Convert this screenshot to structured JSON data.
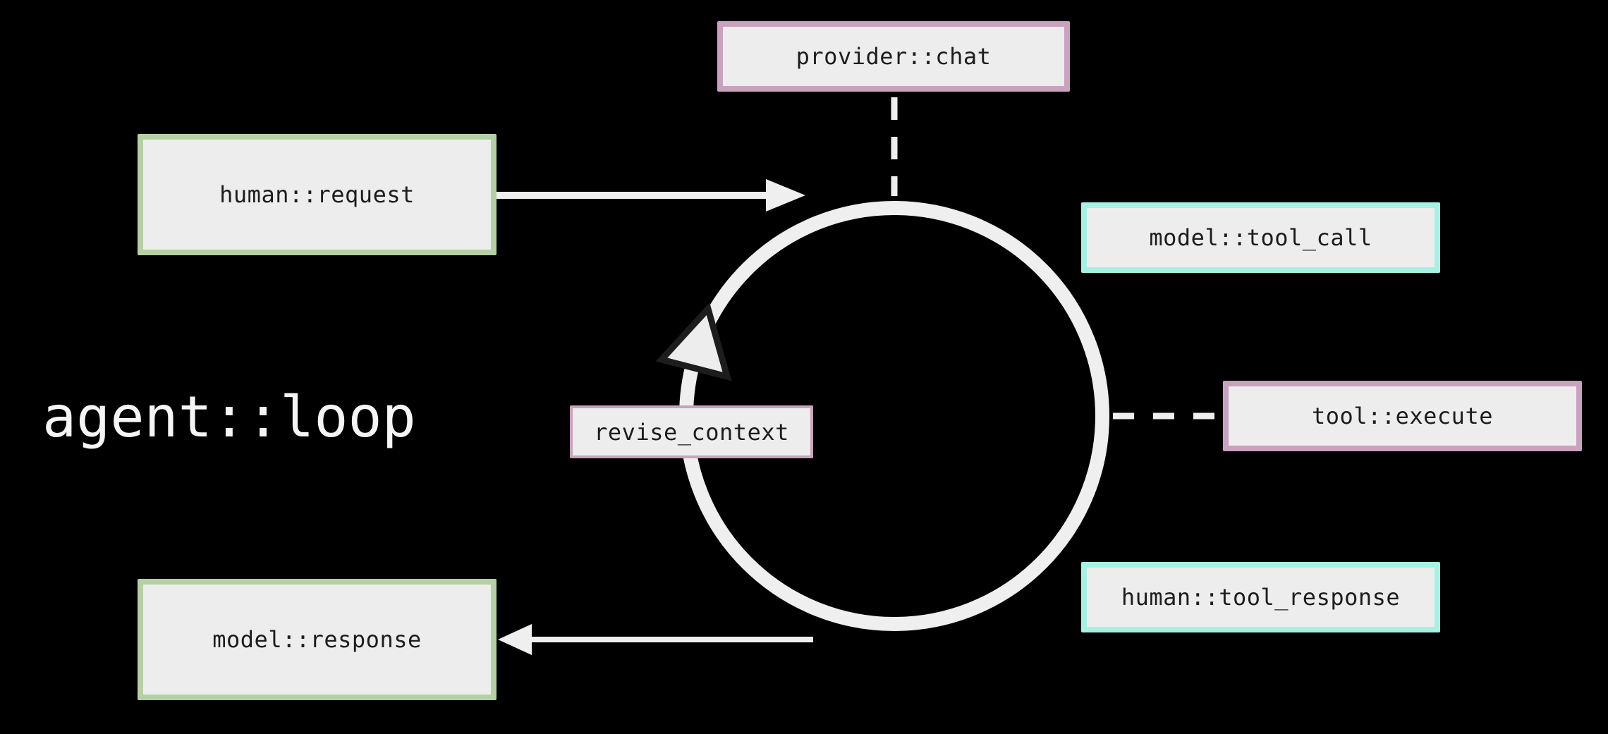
{
  "title": {
    "label": "agent::loop"
  },
  "colors": {
    "background": "#000000",
    "node_fill": "#ededed",
    "node_text": "#1d1d1d",
    "line": "#efefef",
    "title_text": "#f5f5f5",
    "arrowhead_outline": "#1d1d1d",
    "accent_pink": "#c9a2bd",
    "accent_green": "#b5d0a2",
    "accent_cyan": "#a5f2e3"
  },
  "diagram": {
    "loop_name": "agent::loop",
    "nodes": [
      {
        "id": "provider-chat",
        "label": "provider::chat",
        "accent": "#c9a2bd",
        "connection": "dashed-to-loop-top"
      },
      {
        "id": "human-request",
        "label": "human::request",
        "accent": "#b5d0a2",
        "connection": "arrow-into-loop"
      },
      {
        "id": "model-tool-call",
        "label": "model::tool_call",
        "accent": "#a5f2e3",
        "connection": "none"
      },
      {
        "id": "tool-execute",
        "label": "tool::execute",
        "accent": "#c9a2bd",
        "connection": "dashed-to-loop-right"
      },
      {
        "id": "human-tool-response",
        "label": "human::tool_response",
        "accent": "#a5f2e3",
        "connection": "none"
      },
      {
        "id": "model-response",
        "label": "model::response",
        "accent": "#b5d0a2",
        "connection": "arrow-out-of-loop"
      },
      {
        "id": "revise-context",
        "label": "revise_context",
        "accent": "#c9a2bd",
        "connection": "overlaps-loop"
      }
    ],
    "loop_direction": "counterclockwise"
  }
}
